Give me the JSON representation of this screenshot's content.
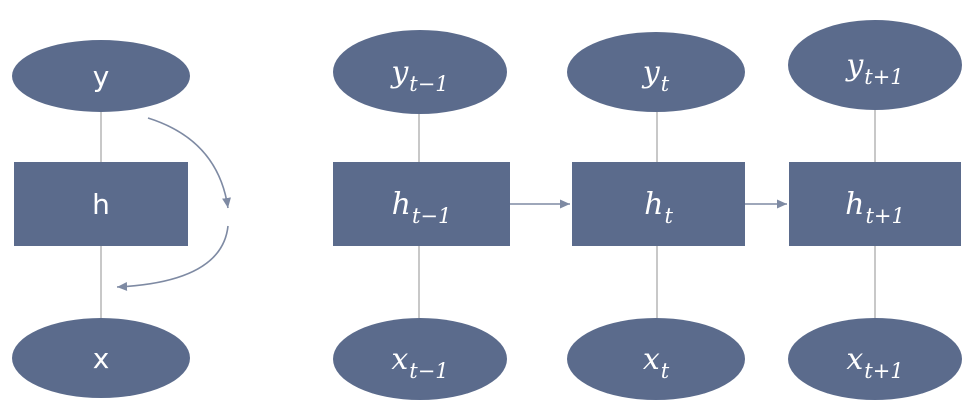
{
  "colors": {
    "node_fill": "#5b6b8c",
    "node_text": "#ffffff",
    "connector": "#c8c8c8",
    "arrow": "#7e8aa3"
  },
  "folded": {
    "output": "y",
    "hidden": "h",
    "input": "x"
  },
  "unrolled": [
    {
      "output": {
        "base": "y",
        "sub": "t−1"
      },
      "hidden": {
        "base": "h",
        "sub": "t−1"
      },
      "input": {
        "base": "x",
        "sub": "t−1"
      }
    },
    {
      "output": {
        "base": "y",
        "sub": "t"
      },
      "hidden": {
        "base": "h",
        "sub": "t"
      },
      "input": {
        "base": "x",
        "sub": "t"
      }
    },
    {
      "output": {
        "base": "y",
        "sub": "t+1"
      },
      "hidden": {
        "base": "h",
        "sub": "t+1"
      },
      "input": {
        "base": "x",
        "sub": "t+1"
      }
    }
  ]
}
